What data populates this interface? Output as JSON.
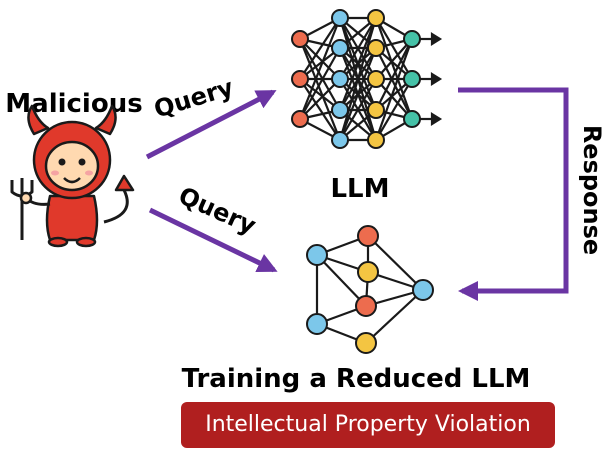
{
  "labels": {
    "malicious": "Malicious",
    "query_top": "Query",
    "query_bottom": "Query",
    "llm": "LLM",
    "response": "Response",
    "reduced": "Training a Reduced LLM"
  },
  "badge": {
    "text": "Intellectual Property Violation"
  },
  "colors": {
    "arrow": "#6a35a3",
    "badge_bg": "#b01f1f",
    "node_red": "#ed6c4e",
    "node_teal": "#45c1a7",
    "node_blue": "#7cc7ea",
    "node_yellow": "#f4c542",
    "devil_red": "#e0392b",
    "skin": "#ffd9b0"
  },
  "icons": [
    "devil-icon",
    "neural-network-icon",
    "reduced-network-icon"
  ]
}
